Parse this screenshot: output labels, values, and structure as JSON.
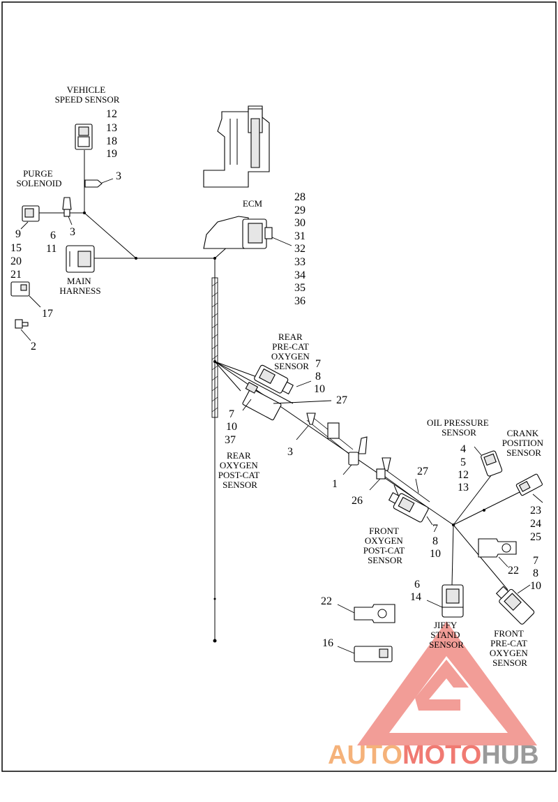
{
  "labels": {
    "vss": [
      "VEHICLE",
      "SPEED SENSOR"
    ],
    "purge": [
      "PURGE",
      "SOLENOID"
    ],
    "main": [
      "MAIN",
      "HARNESS"
    ],
    "ecm": "ECM",
    "rear_pre": [
      "REAR",
      "PRE-CAT",
      "OXYGEN",
      "SENSOR"
    ],
    "rear_post": [
      "REAR",
      "OXYGEN",
      "POST-CAT",
      "SENSOR"
    ],
    "oil": [
      "OIL PRESSURE",
      "SENSOR"
    ],
    "crank": [
      "CRANK",
      "POSITION",
      "SENSOR"
    ],
    "front_post": [
      "FRONT",
      "OXYGEN",
      "POST-CAT",
      "SENSOR"
    ],
    "jiffy": [
      "JIFFY",
      "STAND",
      "SENSOR"
    ],
    "front_pre": [
      "FRONT",
      "PRE-CAT",
      "OXYGEN",
      "SENSOR"
    ]
  },
  "callouts": {
    "vss": [
      "12",
      "13",
      "18",
      "19"
    ],
    "vss_clip": "3",
    "purge_clip": "3",
    "purge_nums": [
      "9",
      "15",
      "20",
      "21"
    ],
    "main_nums": [
      "6",
      "11"
    ],
    "n17": "17",
    "n2": "2",
    "ecm": [
      "28",
      "29",
      "30",
      "31",
      "32",
      "33",
      "34",
      "35",
      "36"
    ],
    "rear_pre": [
      "7",
      "8",
      "10"
    ],
    "n27a": "27",
    "rear_post": [
      "7",
      "10",
      "37"
    ],
    "clip3": "3",
    "n1": "1",
    "n26": "26",
    "n27b": "27",
    "oil": [
      "4",
      "5",
      "12",
      "13"
    ],
    "crank": [
      "23",
      "24",
      "25"
    ],
    "front_post": [
      "7",
      "8",
      "10"
    ],
    "n22a": "22",
    "front_pre": [
      "7",
      "8",
      "10"
    ],
    "jiffy": [
      "6",
      "14"
    ],
    "n22b": "22",
    "n16": "16"
  },
  "watermark": {
    "auto": "AUTO",
    "moto": "MOTO",
    "hub": "HUB"
  },
  "colors": {
    "watermark_orange": "#f5b27a",
    "watermark_red": "#f07a72",
    "watermark_grey": "#9a9a9a",
    "triangle": "#f08d86"
  }
}
